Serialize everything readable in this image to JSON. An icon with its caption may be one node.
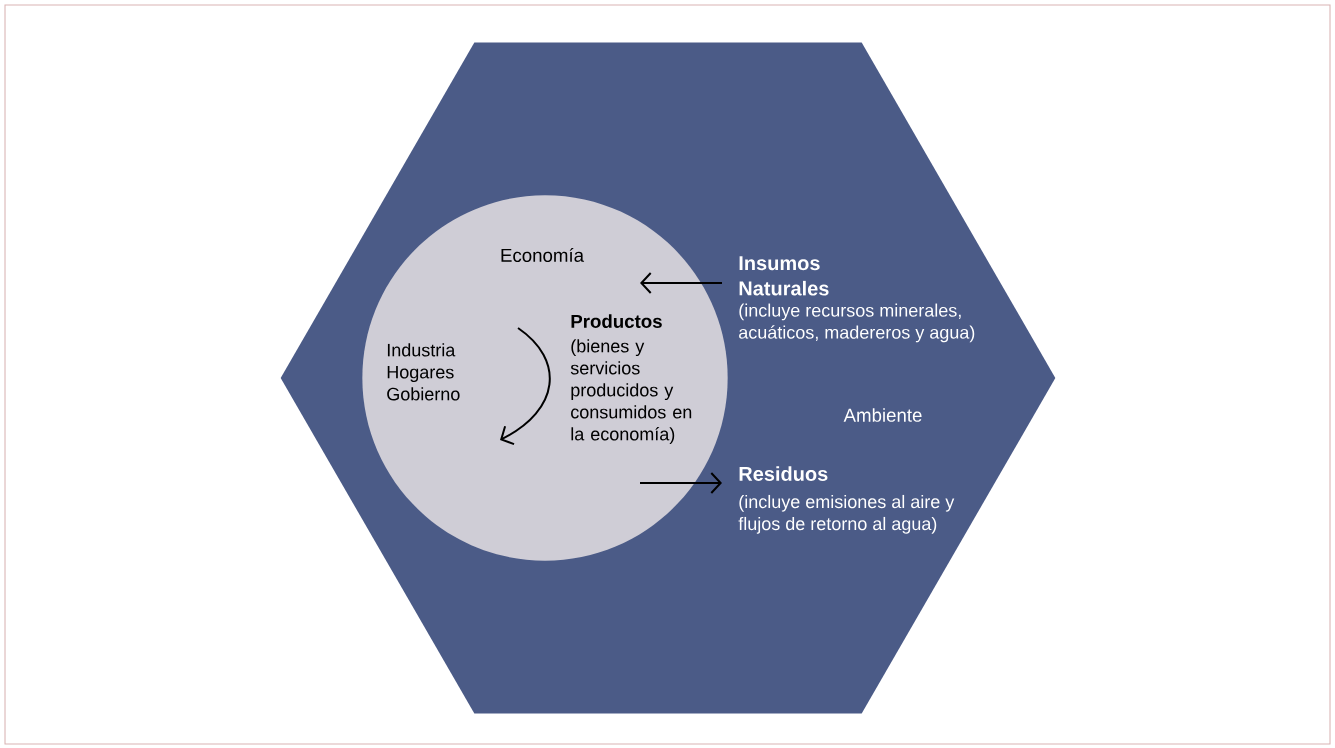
{
  "diagram": {
    "nodes": [
      {
        "text": [
          "Ambiente"
        ]
      },
      {
        "text": [
          "Economía",
          "Industria Hogares Gobierno",
          "Productos",
          "(bienes y servicios producidos y consumidos en la economía)"
        ],
        "in": 0
      },
      {
        "text": [
          "Insumos Naturales",
          "(incluye recursos minerales, acuáticos, madereros y agua)"
        ],
        "in": 0
      },
      {
        "text": [
          "Residuos",
          "(incluye emisiones al aire y flujos de retorno al agua)"
        ],
        "in": 0
      }
    ],
    "edges": [
      {
        "from": 2,
        "to": 1,
        "arrow": "to"
      },
      {
        "from": 1,
        "to": 3,
        "arrow": "to"
      }
    ]
  }
}
